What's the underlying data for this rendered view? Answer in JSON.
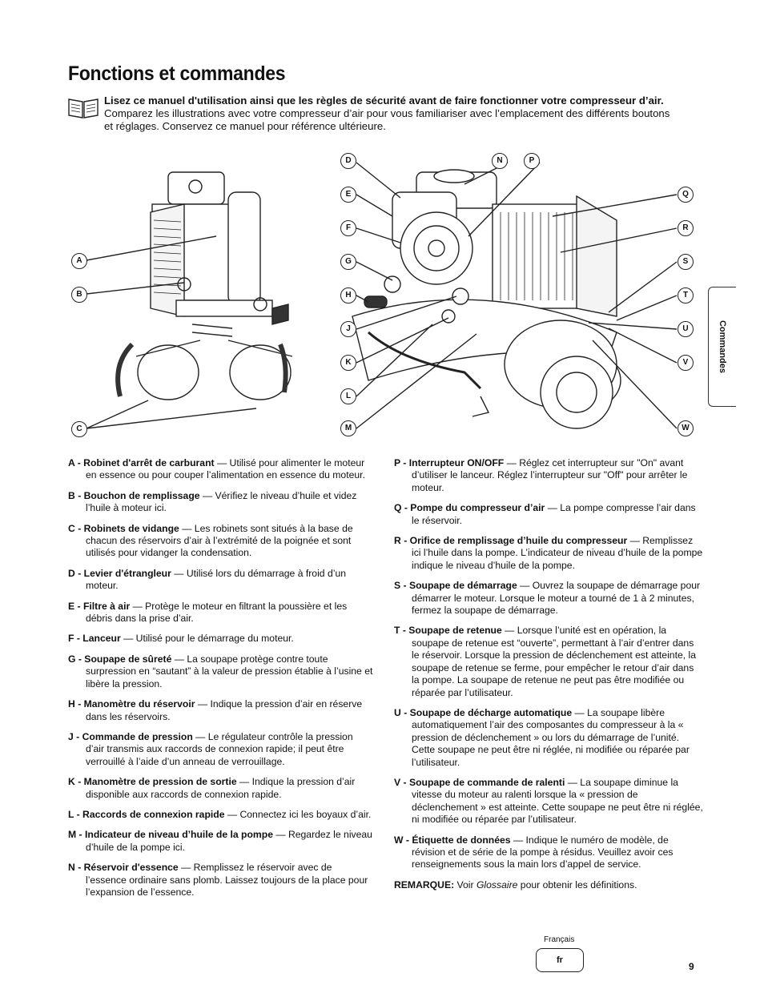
{
  "title": "Fonctions et commandes",
  "intro": {
    "bold": "Lisez ce manuel d'utilisation ainsi que les règles de sécurité avant de faire fonctionner votre compresseur d’air.",
    "text": " Comparez les illustrations avec votre compresseur d’air pour vous familiariser avec l’emplacement des différents boutons et réglages. Conservez ce manuel pour référence ultérieure."
  },
  "callouts": {
    "A": "A",
    "B": "B",
    "C": "C",
    "D": "D",
    "E": "E",
    "F": "F",
    "G": "G",
    "H": "H",
    "J": "J",
    "K": "K",
    "L": "L",
    "M": "M",
    "N": "N",
    "P": "P",
    "Q": "Q",
    "R": "R",
    "S": "S",
    "T": "T",
    "U": "U",
    "V": "V",
    "W": "W"
  },
  "left_entries": [
    {
      "term": "A - Robinet d'arrêt de carburant",
      "desc": " — Utilisé pour alimenter le moteur en essence ou pour couper l’alimentation en essence du moteur."
    },
    {
      "term": "B - Bouchon de remplissage",
      "desc": " — Vérifiez le niveau d’huile et videz l’huile à moteur ici."
    },
    {
      "term": "C - Robinets de vidange",
      "desc": " — Les robinets sont situés à la base de chacun des réservoirs d’air à l’extrémité de la poignée et sont utilisés pour vidanger la condensation."
    },
    {
      "term": "D - Levier d'étrangleur",
      "desc": " — Utilisé lors du démarrage à froid d’un moteur."
    },
    {
      "term": "E - Filtre à air",
      "desc": " — Protège le moteur en filtrant la poussière et les débris dans la prise d’air."
    },
    {
      "term": "F - Lanceur",
      "desc": " — Utilisé pour le démarrage du moteur."
    },
    {
      "term": "G - Soupape de sûreté",
      "desc": " — La soupape protège contre toute surpression en “sautant” à la valeur de pression établie à l’usine et libère la pression."
    },
    {
      "term": "H - Manomètre du réservoir",
      "desc": " — Indique la pression d’air en réserve dans les réservoirs."
    },
    {
      "term": "J - Commande de pression",
      "desc": " — Le régulateur contrôle la pression d’air transmis aux raccords de connexion rapide; il peut être verrouillé à l’aide d’un anneau de verrouillage."
    },
    {
      "term": "K - Manomètre de pression de sortie",
      "desc": " — Indique la pression d’air disponible aux raccords de connexion rapide."
    },
    {
      "term": "L - Raccords de connexion rapide",
      "desc": " — Connectez ici les boyaux d’air."
    },
    {
      "term": "M - Indicateur de niveau d’huile de la pompe",
      "desc": " — Regardez le niveau d’huile de la pompe ici."
    },
    {
      "term": "N - Réservoir d'essence",
      "desc": " — Remplissez le réservoir avec de l’essence ordinaire sans plomb. Laissez toujours de la place pour l’expansion de l’essence."
    }
  ],
  "right_entries": [
    {
      "term": "P - Interrupteur ON/OFF",
      "desc": " — Réglez cet interrupteur sur \"On\" avant d’utiliser le lanceur. Réglez l’interrupteur sur \"Off\" pour arrêter le moteur."
    },
    {
      "term": "Q - Pompe du compresseur d’air",
      "desc": " — La pompe compresse l’air dans le réservoir."
    },
    {
      "term": "R - Orifice de remplissage d’huile du compresseur",
      "desc": " — Remplissez ici l’huile dans la pompe. L’indicateur de niveau d’huile de la pompe indique le niveau d’huile de la pompe."
    },
    {
      "term": "S - Soupape de démarrage",
      "desc": " — Ouvrez la soupape de démarrage pour démarrer le moteur. Lorsque le moteur a tourné de 1 à 2 minutes, fermez la soupape de démarrage."
    },
    {
      "term": "T - Soupape de retenue",
      "desc": " — Lorsque l’unité est en opération, la soupape de retenue est “ouverte”, permettant à l’air d’entrer dans le réservoir. Lorsque la pression de déclenchement est atteinte, la soupape de retenue se ferme, pour empêcher le retour d’air dans la pompe. La soupape de retenue ne peut pas être modifiée ou réparée par l’utilisateur."
    },
    {
      "term": "U - Soupape de décharge automatique",
      "desc": " — La soupape libère automatiquement l’air des composantes du compresseur à la « pression de déclenchement » ou lors du démarrage de l’unité. Cette soupape ne peut être ni réglée, ni modifiée ou réparée par l’utilisateur."
    },
    {
      "term": "V - Soupape de commande de ralenti",
      "desc": " — La soupape diminue la vitesse du moteur au ralenti lorsque la « pression de déclenchement » est atteinte. Cette soupape ne peut être ni réglée, ni modifiée ou réparée par l’utilisateur."
    },
    {
      "term": "W - Étiquette de données",
      "desc": " — Indique le numéro de modèle, de révision et de série de la pompe à résidus. Veuillez avoir ces renseignements sous la main lors d’appel de service."
    }
  ],
  "note": {
    "term": "REMARQUE:",
    "pre": " Voir ",
    "italic": "Glossaire",
    "post": " pour obtenir les définitions."
  },
  "side_tab": "Commandes",
  "lang_label": "Français",
  "lang_code": "fr",
  "page_number": "9"
}
